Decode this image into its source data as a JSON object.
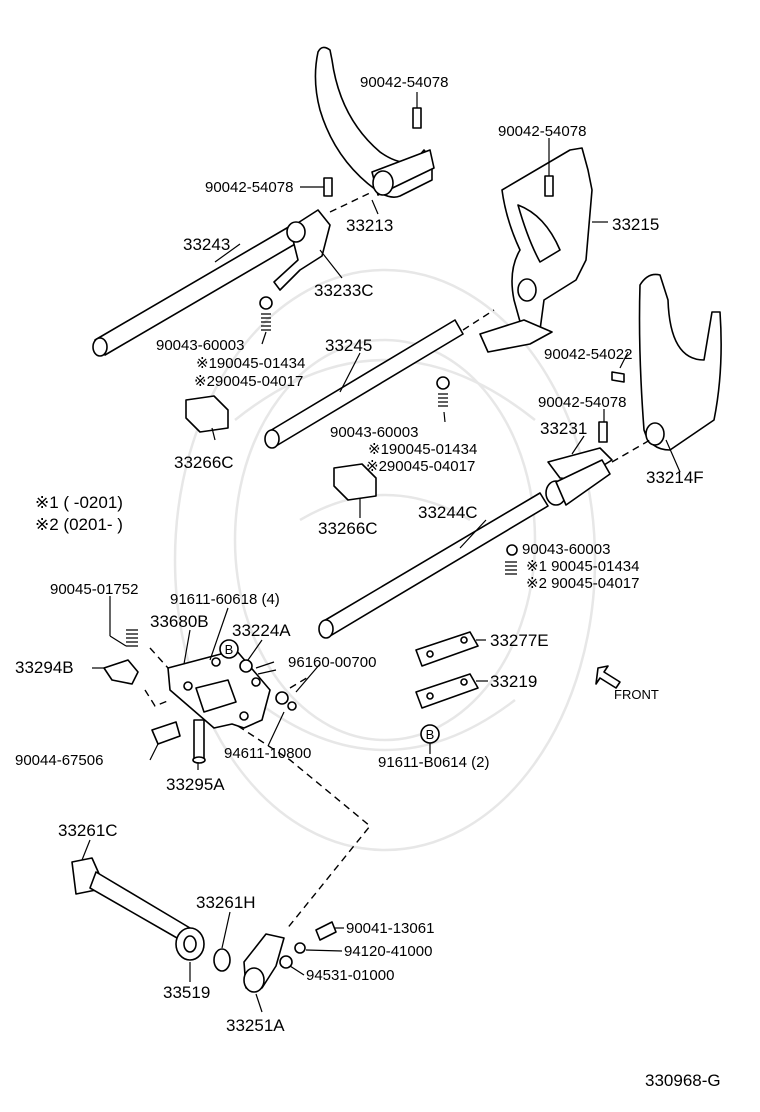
{
  "labels": {
    "p90042_54078_a": "90042-54078",
    "p90042_54078_b": "90042-54078",
    "p90042_54078_c": "90042-54078",
    "p90042_54078_d": "90042-54078",
    "p33213": "33213",
    "p33215": "33215",
    "p33243": "33243",
    "p33233C": "33233C",
    "p90043_60003_a": "90043-60003",
    "p90045_01434_a": "※190045-01434",
    "p90045_04017_a": "※290045-04017",
    "p33245": "33245",
    "p90042_54022": "90042-54022",
    "p90043_60003_b": "90043-60003",
    "p90045_01434_b": "※190045-01434",
    "p90045_04017_b": "※290045-04017",
    "p33231": "33231",
    "p33214F": "33214F",
    "p33266C_a": "33266C",
    "p33266C_b": "33266C",
    "note1": "※1 (         -0201)",
    "note2": "※2 (0201-         )",
    "p33244C": "33244C",
    "p90043_60003_c": "90043-60003",
    "p90045_01434_c": "※1 90045-01434",
    "p90045_04017_c": "※2 90045-04017",
    "p90045_01752": "90045-01752",
    "p91611_60618": "91611-60618 (4)",
    "p33680B": "33680B",
    "p33224A": "33224A",
    "p96160_00700": "96160-00700",
    "p33277E": "33277E",
    "p33294B": "33294B",
    "p33219": "33219",
    "front": "FRONT",
    "p90044_67506": "90044-67506",
    "p94611_10800": "94611-10800",
    "circleB_a": "B",
    "circleB_b": "B",
    "p91611_B0614": "91611-B0614 (2)",
    "p33295A": "33295A",
    "p33261C": "33261C",
    "p33261H": "33261H",
    "p90041_13061": "90041-13061",
    "p94120_41000": "94120-41000",
    "p94531_01000": "94531-01000",
    "p33519": "33519",
    "p33251A": "33251A",
    "diagram_id": "330968-G"
  }
}
